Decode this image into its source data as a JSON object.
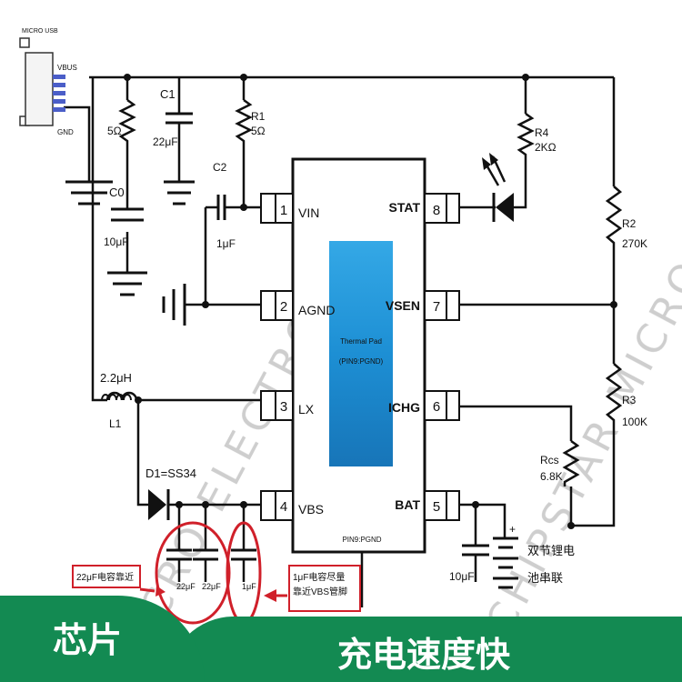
{
  "watermark": {
    "text_a": "MICRO ELECTRONICS",
    "text_b": "CHIPSTAR MICRO ELECTRONICS"
  },
  "usb": {
    "label": "MICRO USB",
    "vbus": "VBUS",
    "gnd": "GND"
  },
  "components": {
    "r_input": "5Ω",
    "c1_name": "C1",
    "c1_val": "22μF",
    "r1_name": "R1",
    "r1_val": "5Ω",
    "c2_name": "C2",
    "c2_val": "1μF",
    "c0_name": "C0",
    "c0_val": "10μF",
    "r4_name": "R4",
    "r4_val": "2KΩ",
    "r2_name": "R2",
    "r2_val": "270K",
    "r3_name": "R3",
    "r3_val": "100K",
    "rcs_name": "Rcs",
    "rcs_val": "6.8K",
    "l1_val": "2.2μH",
    "l1_name": "L1",
    "d1": "D1=SS34",
    "c_vbs_a": "22μF",
    "c_vbs_b": "22μF",
    "c_vbs_c": "1μF",
    "c_bat": "10μF",
    "battery_line1": "双节锂电",
    "battery_line2": "池串联",
    "plus": "+"
  },
  "chip": {
    "pad_line1": "Thermal Pad",
    "pad_line2": "(PIN9:PGND)",
    "bottom_label": "PIN9:PGND",
    "pins_left": [
      {
        "num": "1",
        "name": "VIN"
      },
      {
        "num": "2",
        "name": "AGND"
      },
      {
        "num": "3",
        "name": "LX"
      },
      {
        "num": "4",
        "name": "VBS"
      }
    ],
    "pins_right": [
      {
        "num": "8",
        "name": "STAT"
      },
      {
        "num": "7",
        "name": "VSEN"
      },
      {
        "num": "6",
        "name": "ICHG"
      },
      {
        "num": "5",
        "name": "BAT"
      }
    ]
  },
  "notes": {
    "left_note": "22μF电容靠近",
    "right_note_line1": "1μF电容尽量",
    "right_note_line2": "靠近VBS管脚"
  },
  "banner": {
    "left": "芯片",
    "right": "充电速度快"
  },
  "colors": {
    "banner_green": "#138a52",
    "thermal_pad": "#1f8fd6",
    "note_red": "#d0202a"
  }
}
